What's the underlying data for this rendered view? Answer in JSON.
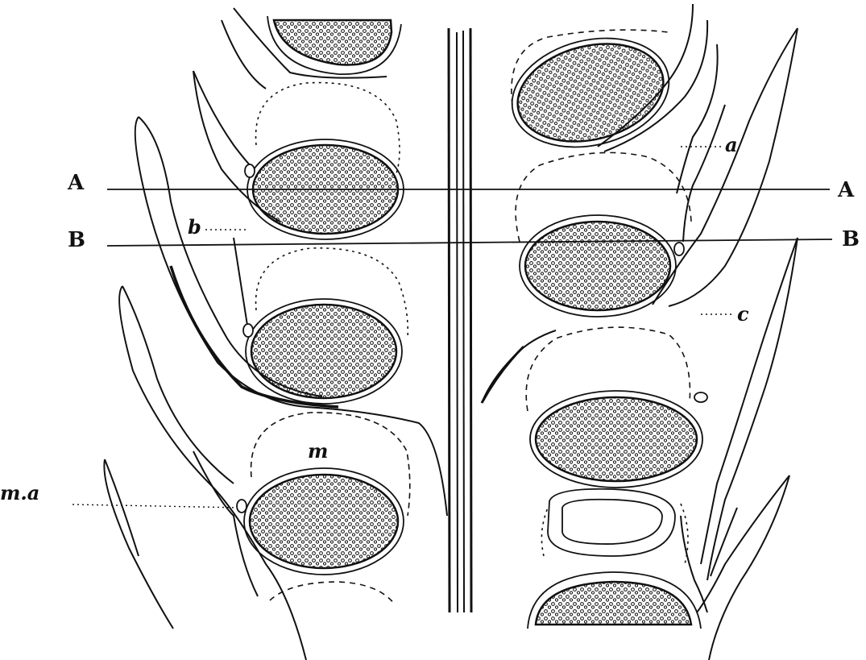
{
  "labels": {
    "A_left": "A",
    "A_right": "A",
    "B_left": "B",
    "B_right": "B",
    "a": "a",
    "b": "b",
    "c": "c",
    "m": "m",
    "ma": "m.a"
  },
  "colors": {
    "ink": "#111111",
    "paper": "#ffffff"
  }
}
